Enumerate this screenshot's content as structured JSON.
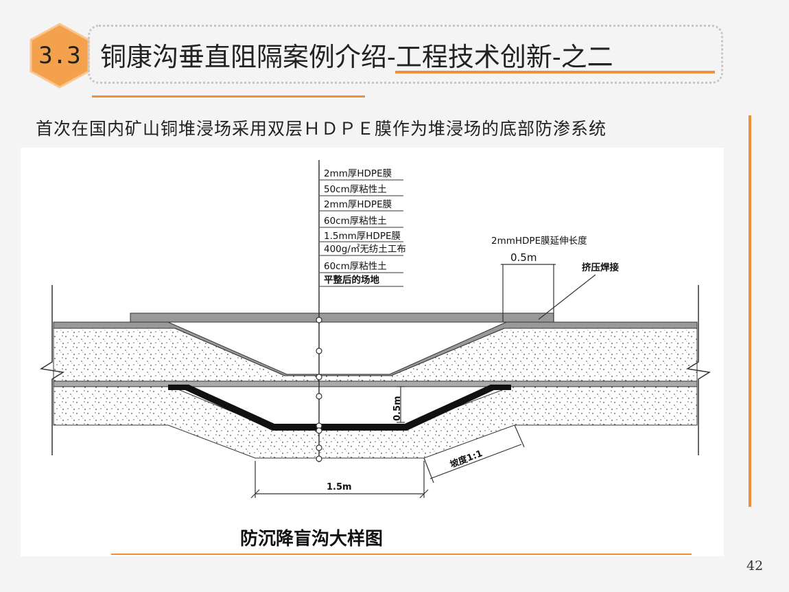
{
  "header": {
    "section_number": "3.3",
    "title": "铜康沟垂直阻隔案例介绍-工程技术创新-之二"
  },
  "subtitle": "首次在国内矿山铜堆浸场采用双层ＨＤＰＥ膜作为堆浸场的底部防渗系统",
  "diagram": {
    "layers": [
      "2mm厚HDPE膜",
      "50cm厚粘性土",
      "2mm厚HDPE膜",
      "60cm厚粘性土",
      "1.5mm厚HDPE膜",
      "400g/㎡无纺土工布",
      "60cm厚粘性土",
      "平整后的场地"
    ],
    "extension_label": "2mmHDPE膜延伸长度",
    "extension_value": "0.5m",
    "weld_label": "挤压焊接",
    "depth_label": "0.5m",
    "slope_label": "坡度1:1",
    "width_label": "1.5m",
    "caption": "防沉降盲沟大样图"
  },
  "page": {
    "number": "42"
  },
  "colors": {
    "accent": "#ee8f3a",
    "hexagon": "#f4a14e",
    "membrane": "#999999"
  }
}
